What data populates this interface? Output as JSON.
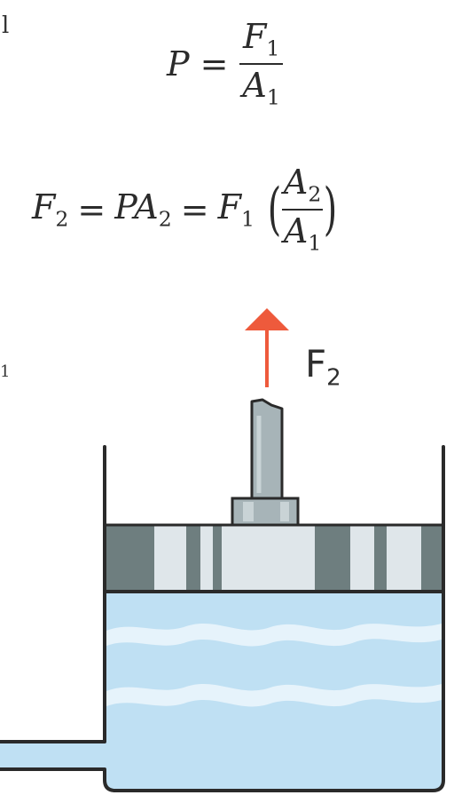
{
  "equations": {
    "pressure": {
      "lhs": "P",
      "equals": "=",
      "num_var": "F",
      "num_sub": "1",
      "den_var": "A",
      "den_sub": "1"
    },
    "output_force": {
      "lhs_var": "F",
      "lhs_sub": "2",
      "eq1": "=",
      "mid_a": "P",
      "mid_b": "A",
      "mid_sub": "2",
      "eq2": "=",
      "rhs_var": "F",
      "rhs_sub": "1",
      "lparen": "(",
      "rparen": ")",
      "num_var": "A",
      "num_sub": "2",
      "den_var": "A",
      "den_sub": "1"
    }
  },
  "diagram": {
    "force_label_main": "F",
    "force_label_sub": "2",
    "arrow_color": "#ee5a3c",
    "fluid_color": "#bfe0f3",
    "wave_color": "#e6f3fb",
    "piston_dark": "#6e7e7f",
    "piston_light": "#dfe6ea",
    "rod_color": "#a7b4b8",
    "outline_color": "#2a2a2a"
  },
  "edge_text": {
    "top_left": "l",
    "mid_left": "1"
  }
}
